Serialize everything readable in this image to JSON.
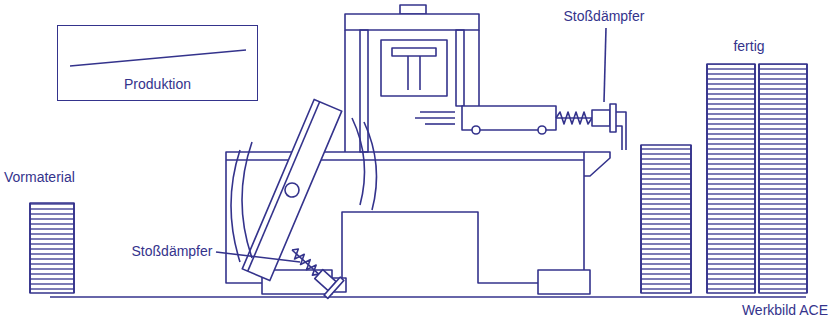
{
  "diagram": {
    "nodes": [
      {
        "text": [
          "Produktion"
        ]
      }
    ],
    "labels": [
      "Stoßdämpfer",
      "fertig",
      "Vormaterial",
      "Stoßdämpfer",
      "Werkbild ACE"
    ]
  }
}
